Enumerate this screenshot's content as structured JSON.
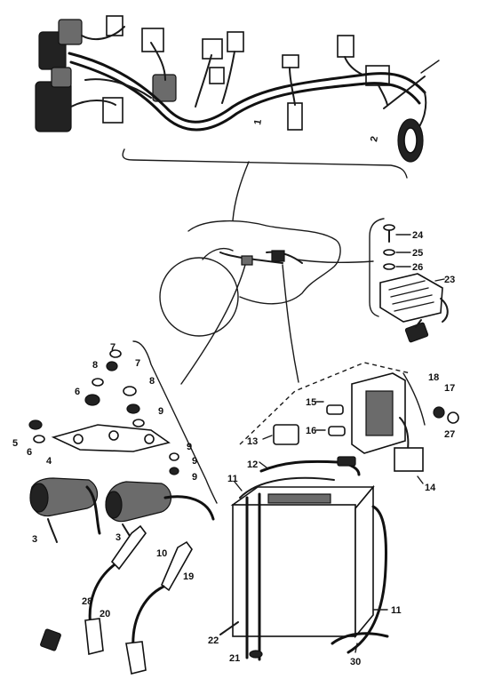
{
  "callouts": [
    {
      "id": "c1",
      "text": "1"
    },
    {
      "id": "c2",
      "text": "2"
    },
    {
      "id": "c3a",
      "text": "3"
    },
    {
      "id": "c3b",
      "text": "3"
    },
    {
      "id": "c4",
      "text": "4"
    },
    {
      "id": "c5",
      "text": "5"
    },
    {
      "id": "c6a",
      "text": "6"
    },
    {
      "id": "c6b",
      "text": "6"
    },
    {
      "id": "c7a",
      "text": "7"
    },
    {
      "id": "c7b",
      "text": "7"
    },
    {
      "id": "c8a",
      "text": "8"
    },
    {
      "id": "c8b",
      "text": "8"
    },
    {
      "id": "c9a",
      "text": "9"
    },
    {
      "id": "c9b",
      "text": "9"
    },
    {
      "id": "c9c",
      "text": "9"
    },
    {
      "id": "c9d",
      "text": "9"
    },
    {
      "id": "c10",
      "text": "10"
    },
    {
      "id": "c11a",
      "text": "11"
    },
    {
      "id": "c11b",
      "text": "11"
    },
    {
      "id": "c12",
      "text": "12"
    },
    {
      "id": "c13",
      "text": "13"
    },
    {
      "id": "c14",
      "text": "14"
    },
    {
      "id": "c15",
      "text": "15"
    },
    {
      "id": "c16",
      "text": "16"
    },
    {
      "id": "c17",
      "text": "17"
    },
    {
      "id": "c18",
      "text": "18"
    },
    {
      "id": "c19",
      "text": "19"
    },
    {
      "id": "c20",
      "text": "20"
    },
    {
      "id": "c21",
      "text": "21"
    },
    {
      "id": "c22",
      "text": "22"
    },
    {
      "id": "c23",
      "text": "23"
    },
    {
      "id": "c24",
      "text": "24"
    },
    {
      "id": "c25",
      "text": "25"
    },
    {
      "id": "c26",
      "text": "26"
    },
    {
      "id": "c27",
      "text": "27"
    },
    {
      "id": "c28",
      "text": "28"
    },
    {
      "id": "c30",
      "text": "30"
    }
  ]
}
